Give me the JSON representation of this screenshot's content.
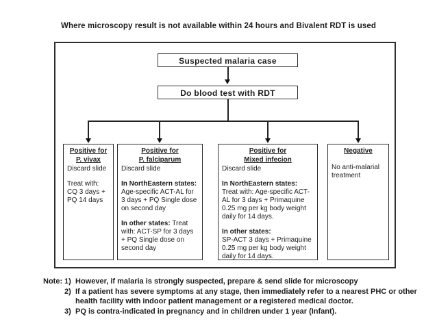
{
  "title": "Where microscopy result is not available within 24 hours and Bivalent RDT is used",
  "flowchart": {
    "suspected_label": "Suspected malaria case",
    "rdt_label": "Do blood test with RDT",
    "branches": [
      {
        "heading": "Positive for\nP. vivax",
        "paragraphs": [
          {
            "text": "Discard slide"
          },
          {
            "text": "Treat with: CQ 3 days + PQ 14 days"
          }
        ]
      },
      {
        "heading": "Positive for\nP. falciparum",
        "paragraphs": [
          {
            "text": "Discard slide"
          },
          {
            "bold": "In NorthEastern states:",
            "text": " Age-specific ACT-AL for 3 days + PQ Single dose on second day"
          },
          {
            "bold": "In other states:",
            "text": " Treat with: ACT-SP for 3 days + PQ Single dose on second day"
          }
        ]
      },
      {
        "heading": "Positive for\nMixed infecion",
        "paragraphs": [
          {
            "text": "Discard slide"
          },
          {
            "bold": "In NorthEastern states:",
            "text": "\nTreat with: Age-specific ACT-AL for 3 days + Primaquine 0.25 mg per kg body weight daily for 14 days."
          },
          {
            "bold": "In other states:",
            "text": "\nSP-ACT 3 days + Primaquine 0.25 mg per kg body weight daily for 14 days."
          }
        ]
      },
      {
        "heading": "Negative",
        "paragraphs": [
          {
            "text": "No anti-malarial treatment"
          }
        ]
      }
    ]
  },
  "note": {
    "label": "Note:",
    "items": [
      {
        "num": "1)",
        "text": "However, if malaria is strongly suspected, prepare & send slide for microscopy"
      },
      {
        "num": "2)",
        "text": "If a patient has severe symptoms at any stage, then immediately refer to a nearest PHC or other health facility with indoor patient management or a registered medical doctor."
      },
      {
        "num": "3)",
        "text": "PQ is contra-indicated in pregnancy and in children under 1 year (Infant)."
      }
    ]
  },
  "colors": {
    "text": "#1c1c1c",
    "border": "#2e2e2e",
    "background": "#ffffff"
  }
}
